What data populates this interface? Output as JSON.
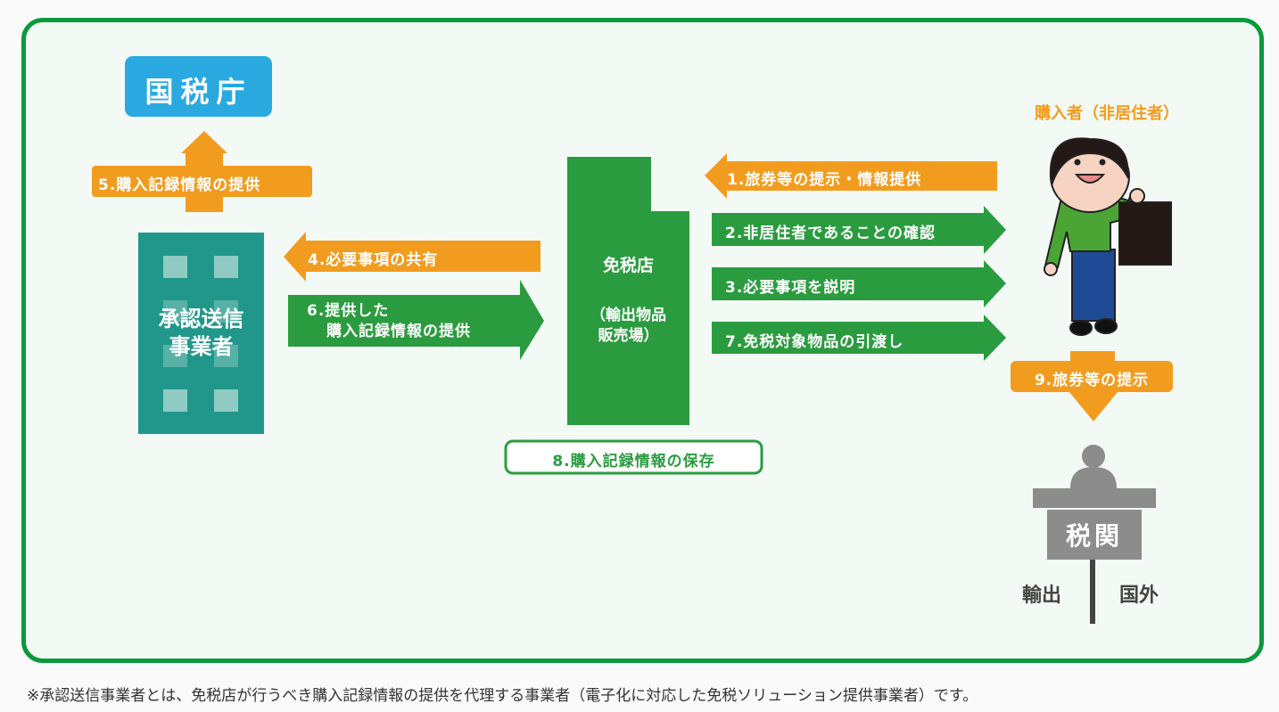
{
  "agency": "国税庁",
  "agency_arrow": "5.購入記録情報の提供",
  "operator": {
    "line1": "承認送信",
    "line2": "事業者"
  },
  "arrow4": "4.必要事項の共有",
  "arrow6": {
    "line1": "6.提供した",
    "line2": "購入記録情報の提供"
  },
  "shop": {
    "name": "免税店",
    "sub1": "（輸出物品",
    "sub2": "販売場）"
  },
  "arrow1": "1.旅券等の提示・情報提供",
  "arrow2": "2.非居住者であることの確認",
  "arrow3": "3.必要事項を説明",
  "arrow7": "7.免税対象物品の引渡し",
  "box8": "8.購入記録情報の保存",
  "buyer": "購入者（非居住者）",
  "arrow9": "9.旅券等の提示",
  "customs": {
    "name": "税関",
    "left": "輸出",
    "right": "国外"
  },
  "footnote": "※承認送信事業者とは、免税店が行うべき購入記録情報の提供を代理する事業者（電子化に対応した免税ソリューション提供事業者）です。",
  "colors": {
    "green": "#2a9c3f",
    "orange": "#f29c1f",
    "blue": "#29a9e0",
    "teal": "#21978b",
    "gray": "#8c8c8c"
  }
}
